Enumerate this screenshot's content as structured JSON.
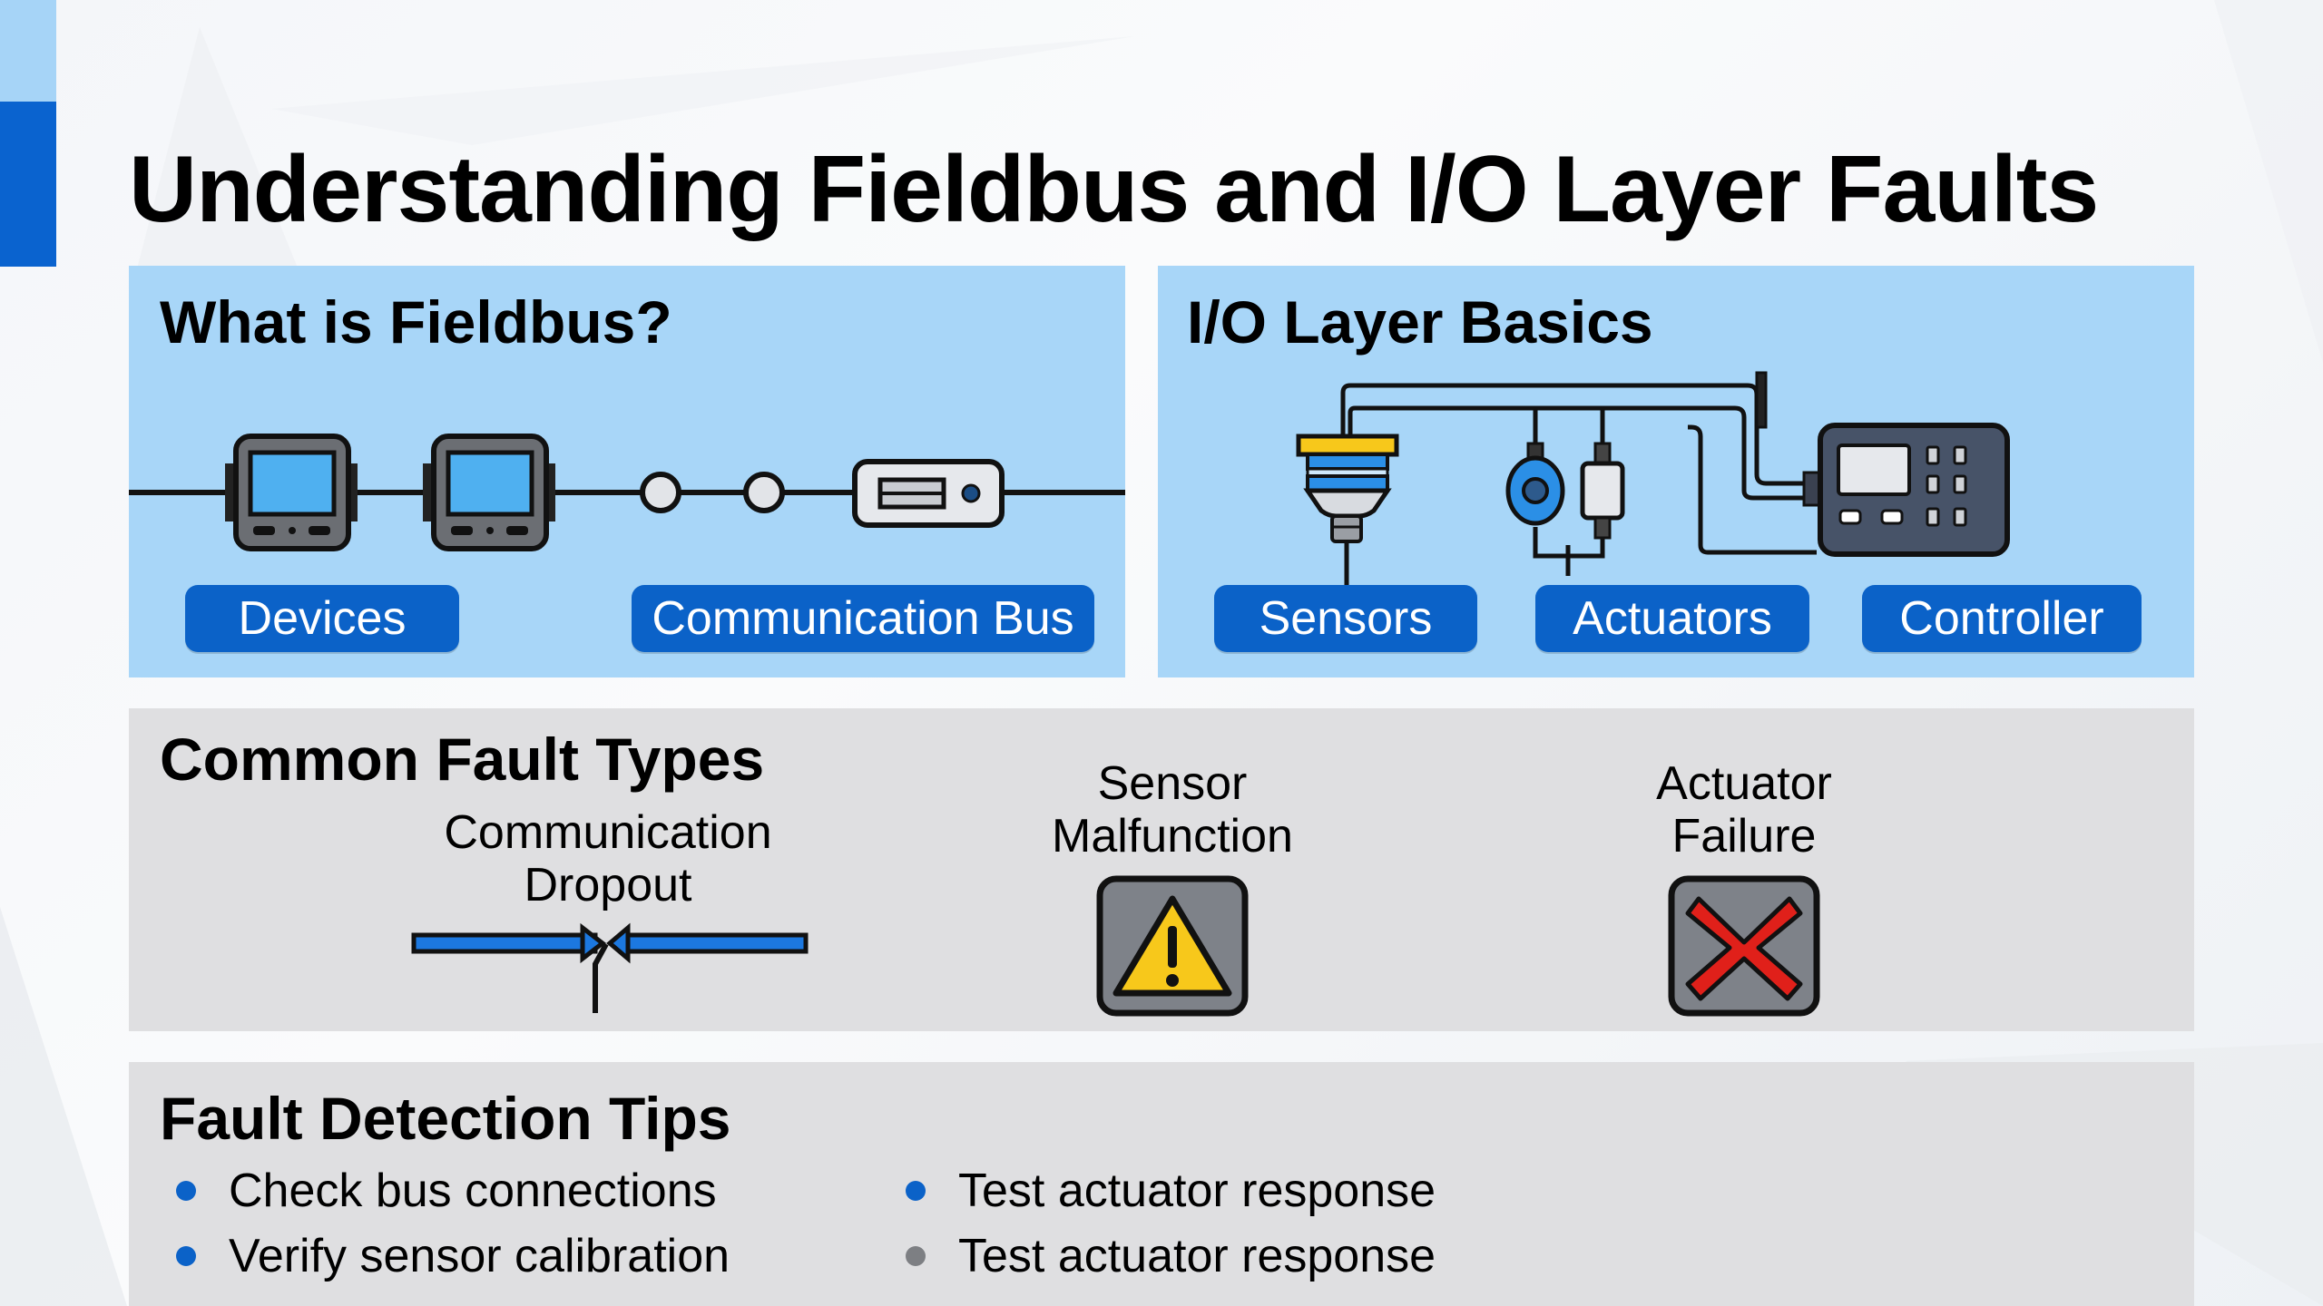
{
  "page": {
    "title": "Understanding Fieldbus and I/O Layer Faults"
  },
  "colors": {
    "accent_blue": "#0b62c8",
    "panel_blue": "#a8d6f8",
    "panel_gray": "#dfdfe1",
    "warning_yellow": "#f7c81b",
    "error_red": "#e0201a"
  },
  "fieldbus_panel": {
    "title": "What is Fieldbus?",
    "icons": [
      "device-icon",
      "device-icon",
      "bus-node-icon",
      "bus-node-icon",
      "bus-terminal-icon"
    ],
    "labels": [
      "Devices",
      "Communication Bus"
    ]
  },
  "io_panel": {
    "title": "I/O Layer Basics",
    "icons": [
      "sensor-icon",
      "valve-actuator-icon",
      "cylinder-actuator-icon",
      "controller-icon"
    ],
    "labels": [
      "Sensors",
      "Actuators",
      "Controller"
    ]
  },
  "faults_panel": {
    "title": "Common Fault Types",
    "items": [
      {
        "line1": "Communication",
        "line2": "Dropout",
        "icon": "broken-link-icon"
      },
      {
        "line1": "Sensor",
        "line2": "Malfunction",
        "icon": "warning-icon"
      },
      {
        "line1": "Actuator",
        "line2": "Failure",
        "icon": "error-x-icon"
      }
    ]
  },
  "tips_panel": {
    "title": "Fault Detection Tips",
    "tips": [
      {
        "text": "Check bus connections",
        "bullet_color": "#0b62c8"
      },
      {
        "text": "Verify sensor calibration",
        "bullet_color": "#0b62c8"
      },
      {
        "text": "Test actuator response",
        "bullet_color": "#0b62c8"
      },
      {
        "text": "Test actuator response",
        "bullet_color": "#7d7f83"
      }
    ]
  }
}
